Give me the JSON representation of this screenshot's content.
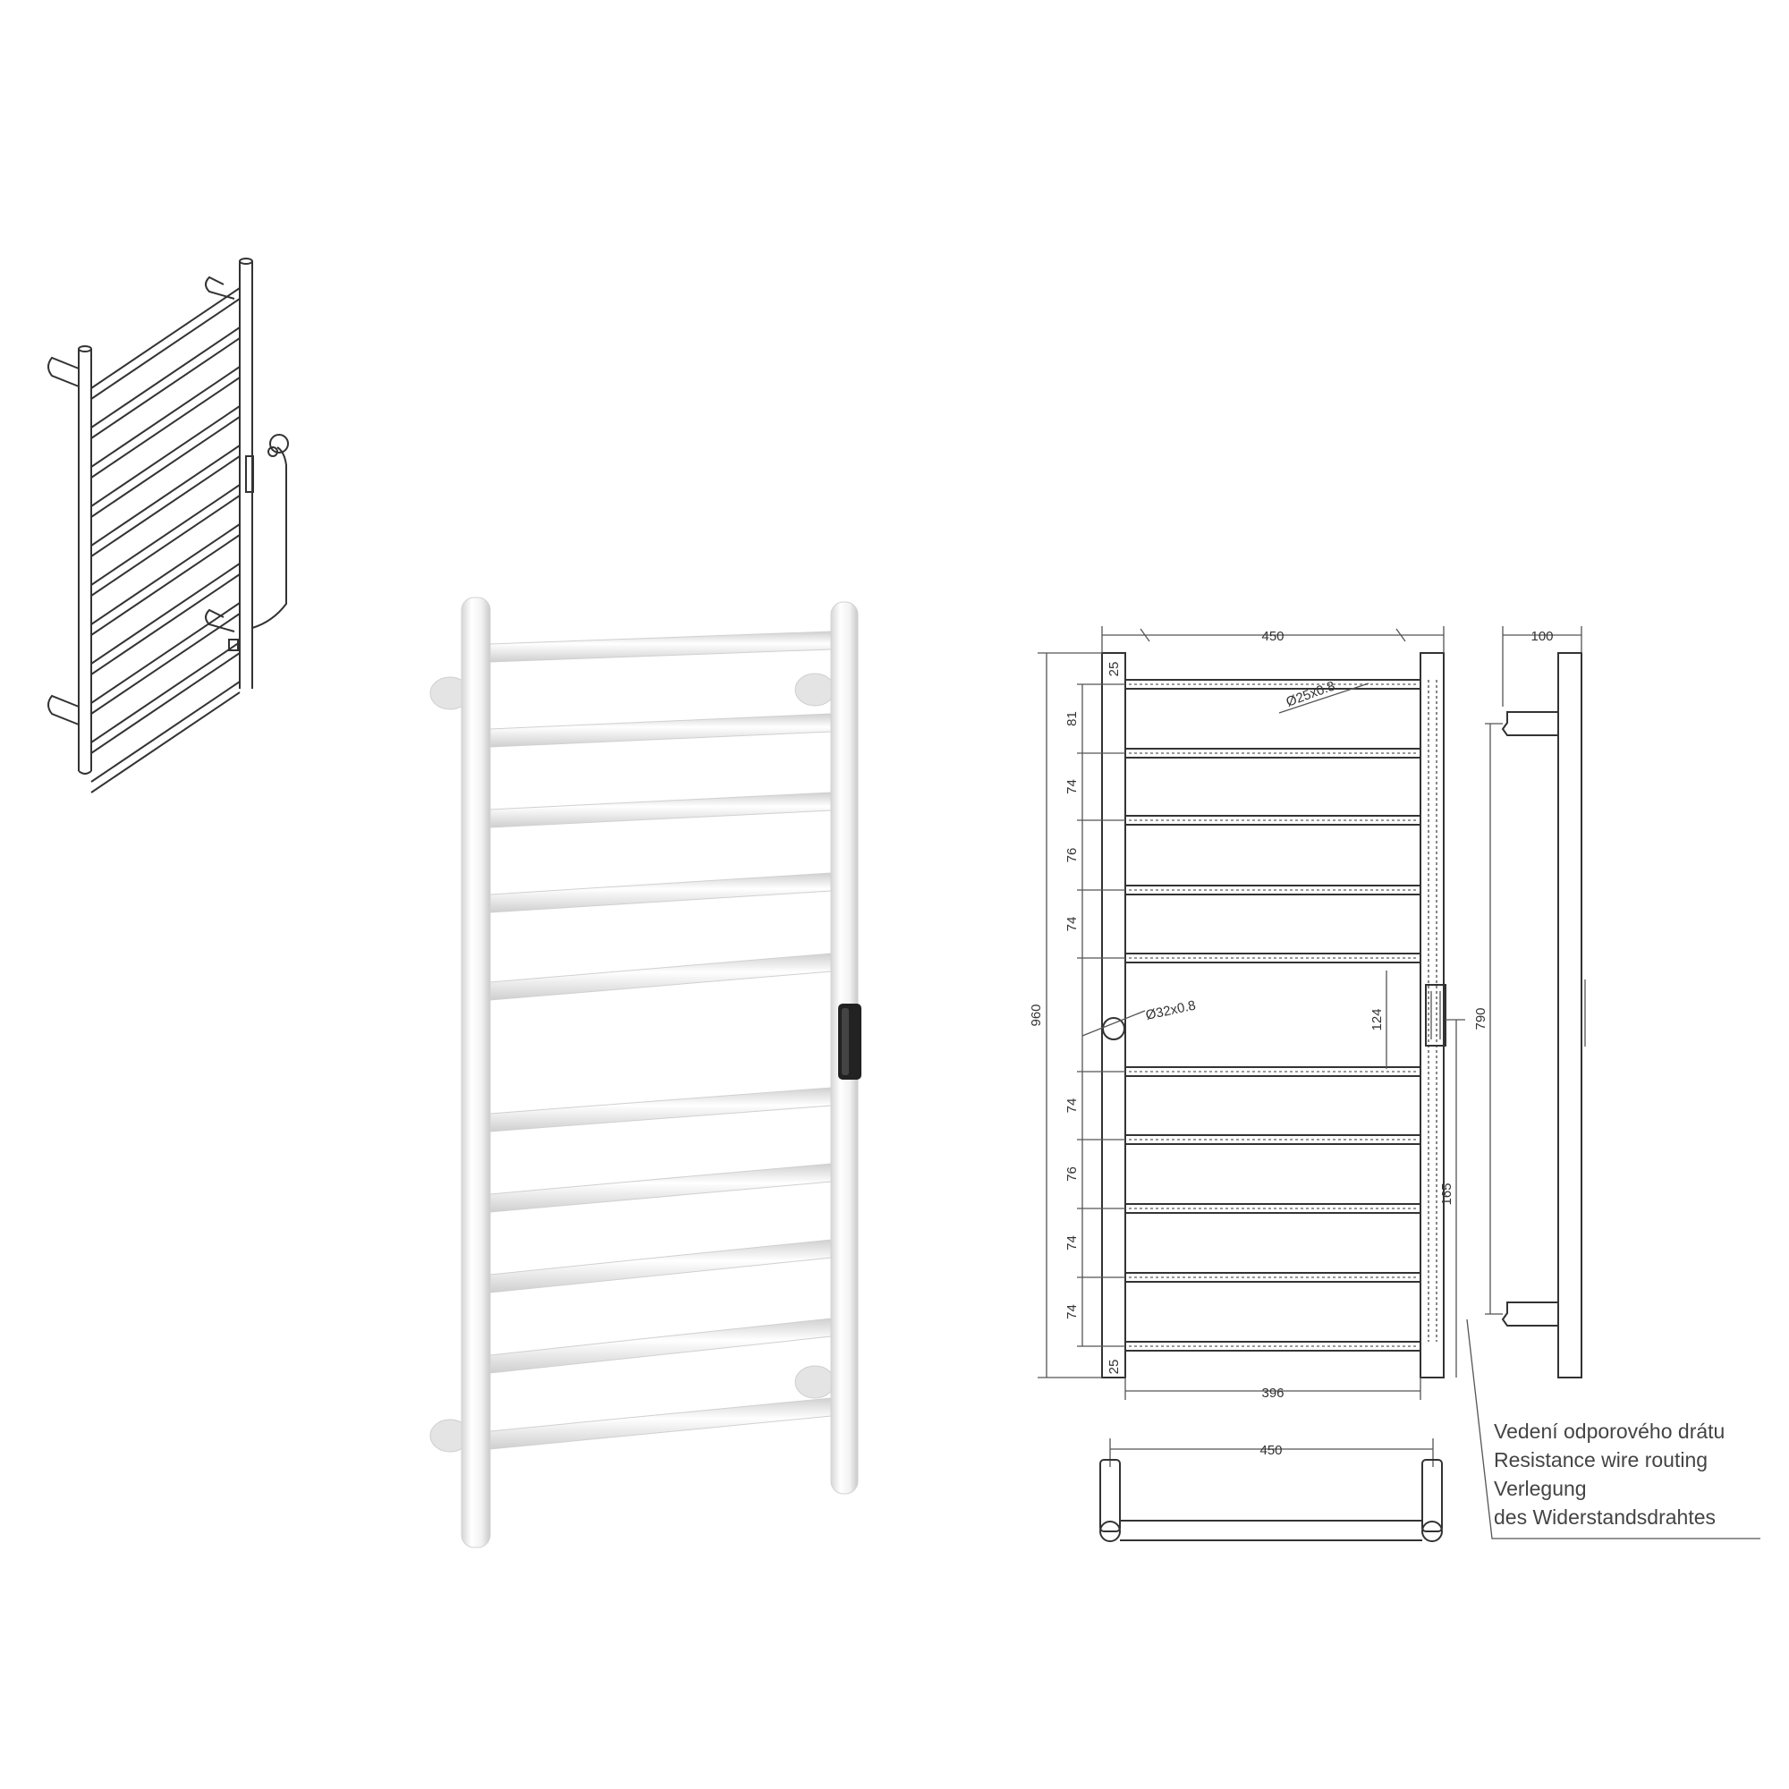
{
  "dimensions": {
    "overall_width": "450",
    "overall_height": "960",
    "depth": "100",
    "pipe_spacing": "790",
    "bar_length": "396",
    "bottom_width": "450",
    "top_offset": "25",
    "bottom_offset": "25",
    "switch_height": "124",
    "lower_height": "165",
    "rail_spacings_upper": [
      "81",
      "74",
      "76",
      "74"
    ],
    "rail_spacings_lower": [
      "74",
      "76",
      "74",
      "74"
    ],
    "rail_diameter": "Ø25x0.8",
    "pipe_diameter": "Ø32x0.8"
  },
  "legend": {
    "line_cz": "Vedení odporového drátu",
    "line_en": "Resistance wire routing",
    "line_de1": "Verlegung",
    "line_de2": "des Widerstandsdrahtes"
  }
}
